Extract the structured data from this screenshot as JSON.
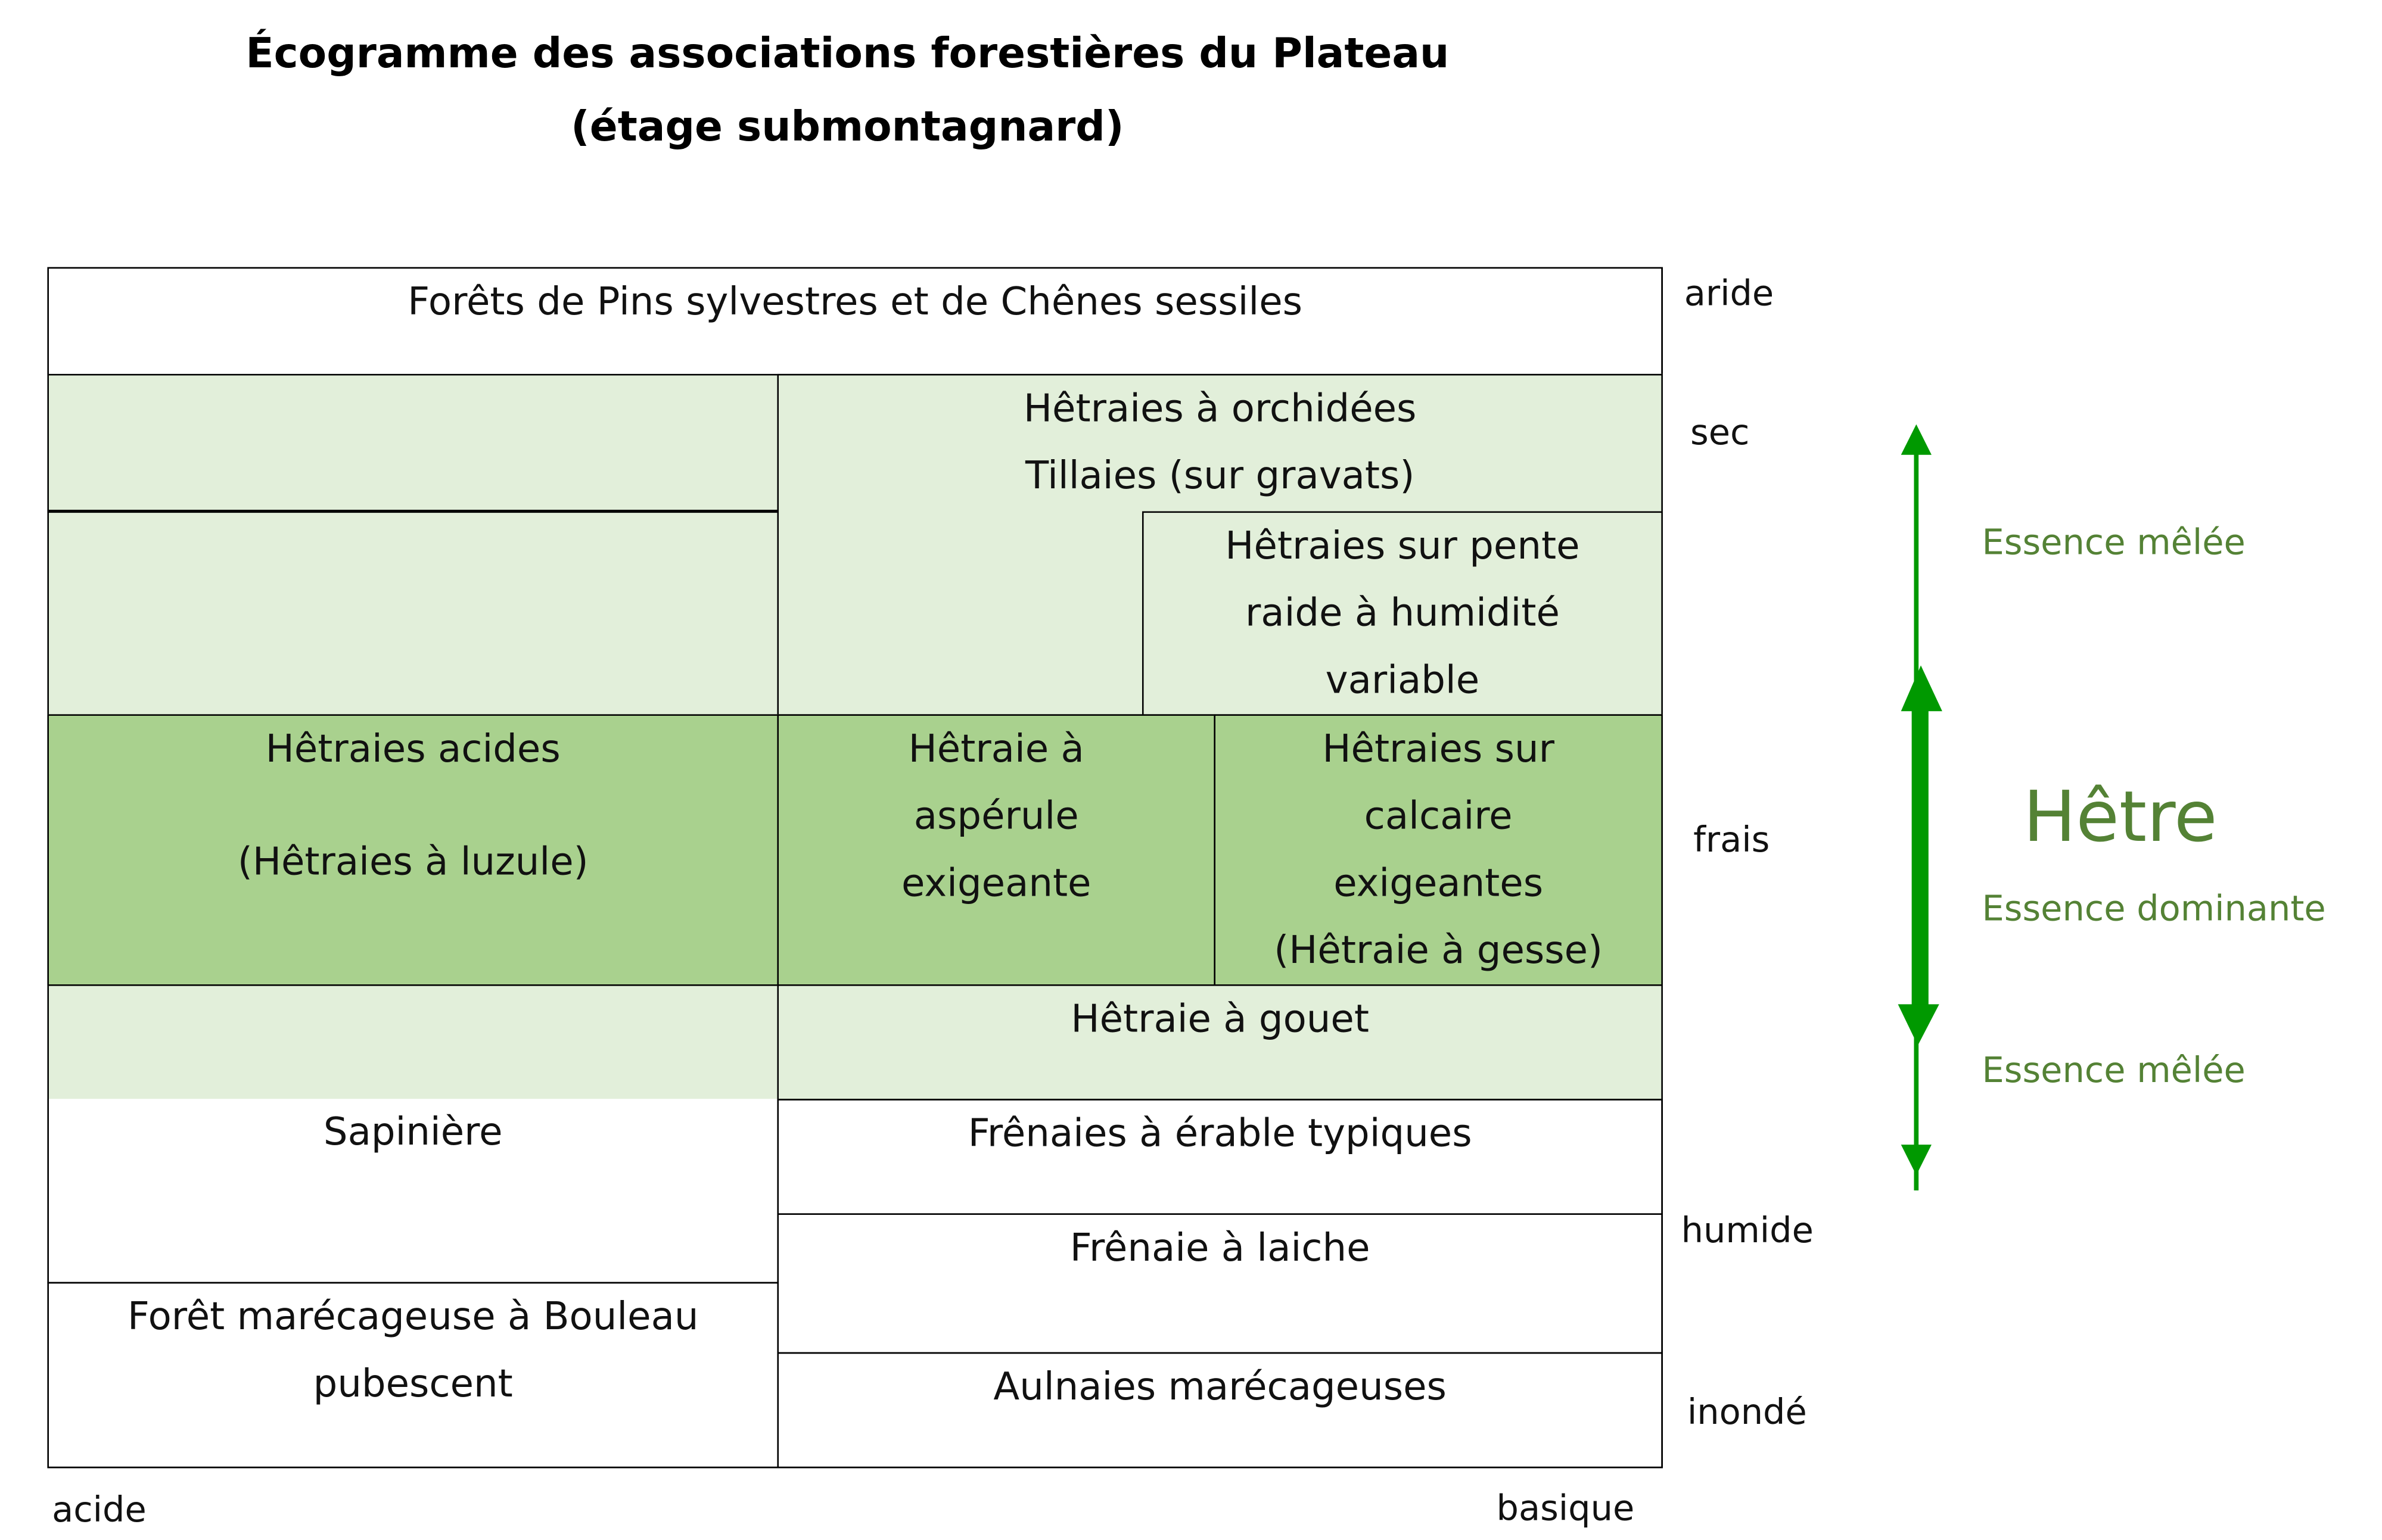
{
  "title": {
    "line1": "Écogramme des associations forestières du Plateau",
    "line2": "(étage submontagnard)"
  },
  "cells": {
    "pins": "Forêts de Pins sylvestres et de Chênes sessiles",
    "orchidees_1": "Hêtraies à orchidées",
    "orchidees_2": "Tillaies (sur gravats)",
    "pente_1": "Hêtraies sur pente",
    "pente_2": "raide à humidité",
    "pente_3": "variable",
    "acides_1": "Hêtraies acides",
    "acides_2": "(Hêtraies à luzule)",
    "asperule_1": "Hêtraie à",
    "asperule_2": "aspérule",
    "asperule_3": "exigeante",
    "calcaire_1": "Hêtraies sur",
    "calcaire_2": "calcaire",
    "calcaire_3": "exigeantes",
    "calcaire_4": "(Hêtraie à gesse)",
    "gouet": "Hêtraie à gouet",
    "sapiniere": "Sapinière",
    "erable": "Frênaies à érable typiques",
    "laiche": "Frênaie à laiche",
    "bouleau_1": "Forêt marécageuse à Bouleau",
    "bouleau_2": "pubescent",
    "aulnaies": "Aulnaies marécageuses"
  },
  "moisture_axis": [
    "aride",
    "sec",
    "frais",
    "humide",
    "inondé"
  ],
  "ph_axis": {
    "left": "acide",
    "right": "basique"
  },
  "legend": {
    "species": "Hêtre",
    "dominant": "Essence dominante",
    "mixed_top": "Essence mêlée",
    "mixed_bottom": "Essence mêlée"
  },
  "colors": {
    "light_green": "#e2efda",
    "dark_green": "#a9d18e",
    "text_green": "#548235",
    "arrow_green": "#009900"
  }
}
